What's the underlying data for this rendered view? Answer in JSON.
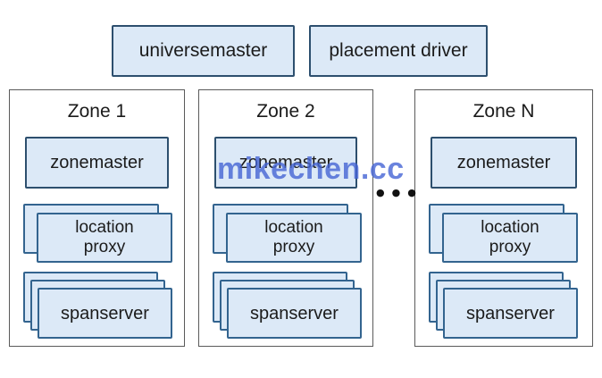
{
  "top_row": {
    "universemaster_label": "universemaster",
    "placement_driver_label": "placement driver"
  },
  "zones": [
    {
      "label": "Zone 1",
      "zonemaster_label": "zonemaster",
      "location_proxy_label": "location proxy",
      "spanserver_label": "spanserver"
    },
    {
      "label": "Zone 2",
      "zonemaster_label": "zonemaster",
      "location_proxy_label": "location proxy",
      "spanserver_label": "spanserver"
    },
    {
      "label": "Zone N",
      "zonemaster_label": "zonemaster",
      "location_proxy_label": "location proxy",
      "spanserver_label": "spanserver"
    }
  ],
  "ellipsis": {
    "text": "●●●"
  },
  "watermark": {
    "text": "mikechen.cc"
  },
  "colors": {
    "background": "#ffffff",
    "box_fill": "#dce9f7",
    "box_border_dark": "#2d4f6e",
    "box_border_blue": "#33648f",
    "panel_border": "#5a5a5a",
    "text": "#1b1b1b",
    "dots": "#111111",
    "watermark": "#4565d5"
  }
}
